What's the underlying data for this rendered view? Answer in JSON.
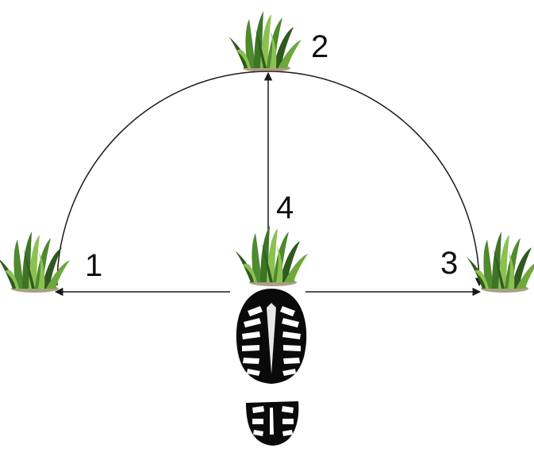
{
  "labels": {
    "one": "1",
    "two": "2",
    "three": "3",
    "four": "4"
  },
  "colors": {
    "line": "#1a1a1a",
    "grass_dark": "#2f5a1f",
    "grass_mid": "#4f8a2e",
    "grass_light": "#8cc152",
    "soil": "#6b4a2b",
    "footprint": "#0a0a0a"
  },
  "icons": [
    "grass-tuft-icon",
    "footprint-icon"
  ]
}
